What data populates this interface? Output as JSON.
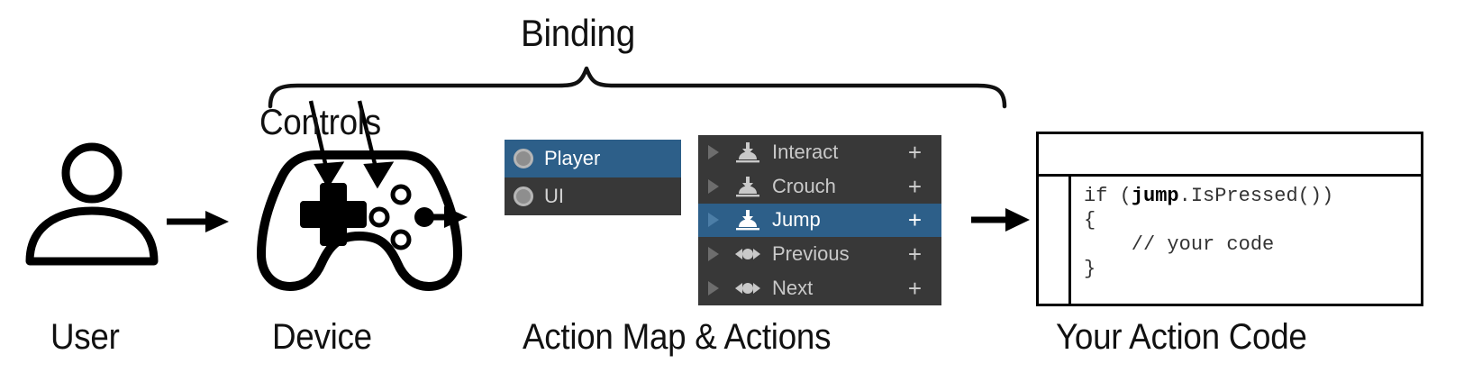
{
  "diagram": {
    "title_top": "Binding",
    "annotation": "Controls",
    "stage_labels": {
      "user": "User",
      "device": "Device",
      "action_map": "Action Map & Actions",
      "code": "Your Action Code"
    },
    "colors": {
      "panel_background": "#383838",
      "selection_blue": "#2d5f89",
      "row_text": "#c9c9c9",
      "selected_text": "#ffffff",
      "icon_gray": "#b6b6b6",
      "line_art": "#000000",
      "page_background": "#ffffff"
    }
  },
  "action_map_panel": {
    "rows": [
      {
        "label": "Player",
        "icon": "action-map-icon",
        "selected": true
      },
      {
        "label": "UI",
        "icon": "action-map-icon",
        "selected": false
      }
    ]
  },
  "actions_panel": {
    "add_binding_label": "+",
    "rows": [
      {
        "label": "Interact",
        "icon": "button-action-icon",
        "foldout": "chevron-right-icon",
        "selected": false,
        "plus": "+"
      },
      {
        "label": "Crouch",
        "icon": "button-action-icon",
        "foldout": "chevron-right-icon",
        "selected": false,
        "plus": "+"
      },
      {
        "label": "Jump",
        "icon": "button-action-icon",
        "foldout": "chevron-right-icon",
        "selected": true,
        "plus": "+"
      },
      {
        "label": "Previous",
        "icon": "value-action-icon",
        "foldout": "chevron-right-icon",
        "selected": false,
        "plus": "+"
      },
      {
        "label": "Next",
        "icon": "value-action-icon",
        "foldout": "chevron-right-icon",
        "selected": false,
        "plus": "+"
      }
    ]
  },
  "code_window": {
    "title": "",
    "lines": [
      {
        "prefix": "if (",
        "bold": "jump",
        "suffix": ".IsPressed())"
      },
      {
        "prefix": "{",
        "bold": "",
        "suffix": ""
      },
      {
        "prefix": "    // your code",
        "bold": "",
        "suffix": ""
      },
      {
        "prefix": "}",
        "bold": "",
        "suffix": ""
      }
    ],
    "plain_text": "if (jump.IsPressed())\n{\n    // your code\n}"
  },
  "icons": {
    "user": "person-icon",
    "device": "gamepad-icon",
    "flow_arrow": "arrow-right-icon",
    "control_pointer": "arrow-down-right-icon",
    "brace": "curly-brace-icon"
  }
}
